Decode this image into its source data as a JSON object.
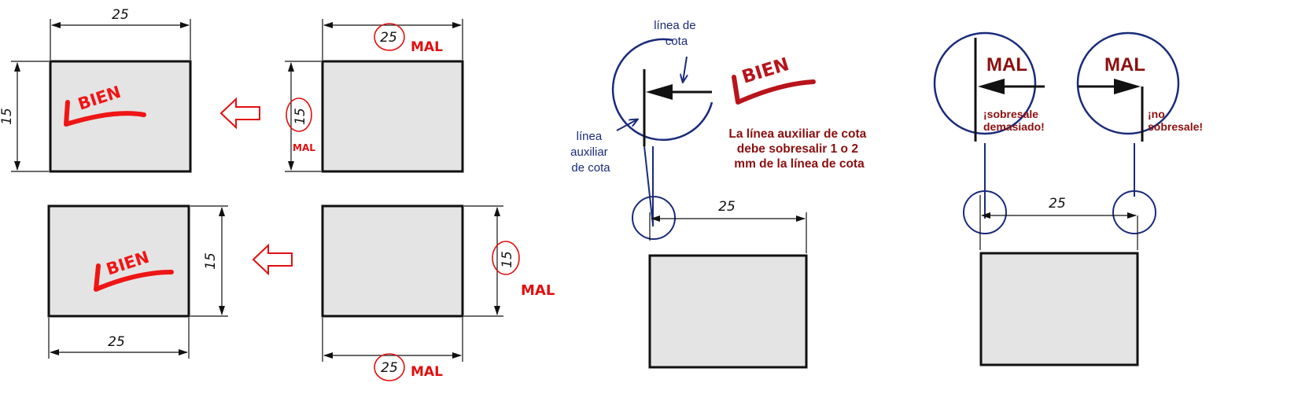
{
  "dim_25": "25",
  "dim_15": "15",
  "mal": "MAL",
  "bien": "BIEN",
  "linea_de_cota": [
    "línea de",
    "cota"
  ],
  "linea_auxiliar": [
    "línea",
    "auxiliar",
    "de cota"
  ],
  "rule_text": [
    "La línea auxiliar de cota",
    "debe sobresalir 1 o 2",
    "mm de la línea de cota"
  ],
  "sobresale_demasiado": [
    "¡sobresale",
    "demasiado!"
  ],
  "no_sobresale": [
    "¡no",
    "sobresale!"
  ],
  "colors": {
    "rect_fill": "#e4e4e4",
    "ink": "#111111",
    "red": "#e01010",
    "dark_red": "#8b0f0f",
    "blue": "#1a2b7a"
  }
}
